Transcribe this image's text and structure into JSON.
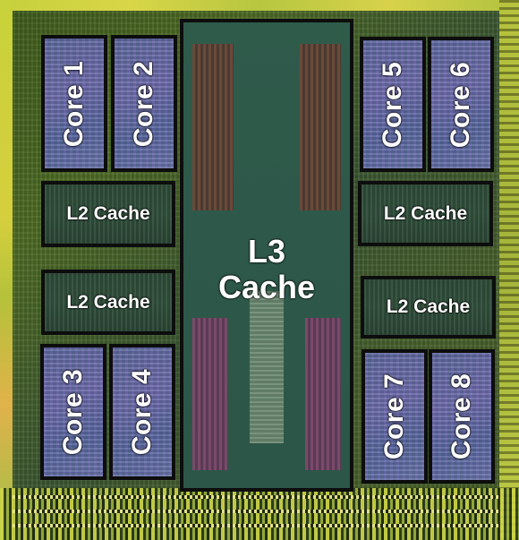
{
  "diagram": {
    "l3": {
      "line1": "L3",
      "line2": "Cache"
    },
    "cores": {
      "core1": "Core 1",
      "core2": "Core 2",
      "core3": "Core 3",
      "core4": "Core 4",
      "core5": "Core 5",
      "core6": "Core 6",
      "core7": "Core 7",
      "core8": "Core 8"
    },
    "l2": {
      "top_left": "L2 Cache",
      "bottom_left": "L2 Cache",
      "top_right": "L2 Cache",
      "bottom_right": "L2 Cache"
    }
  }
}
